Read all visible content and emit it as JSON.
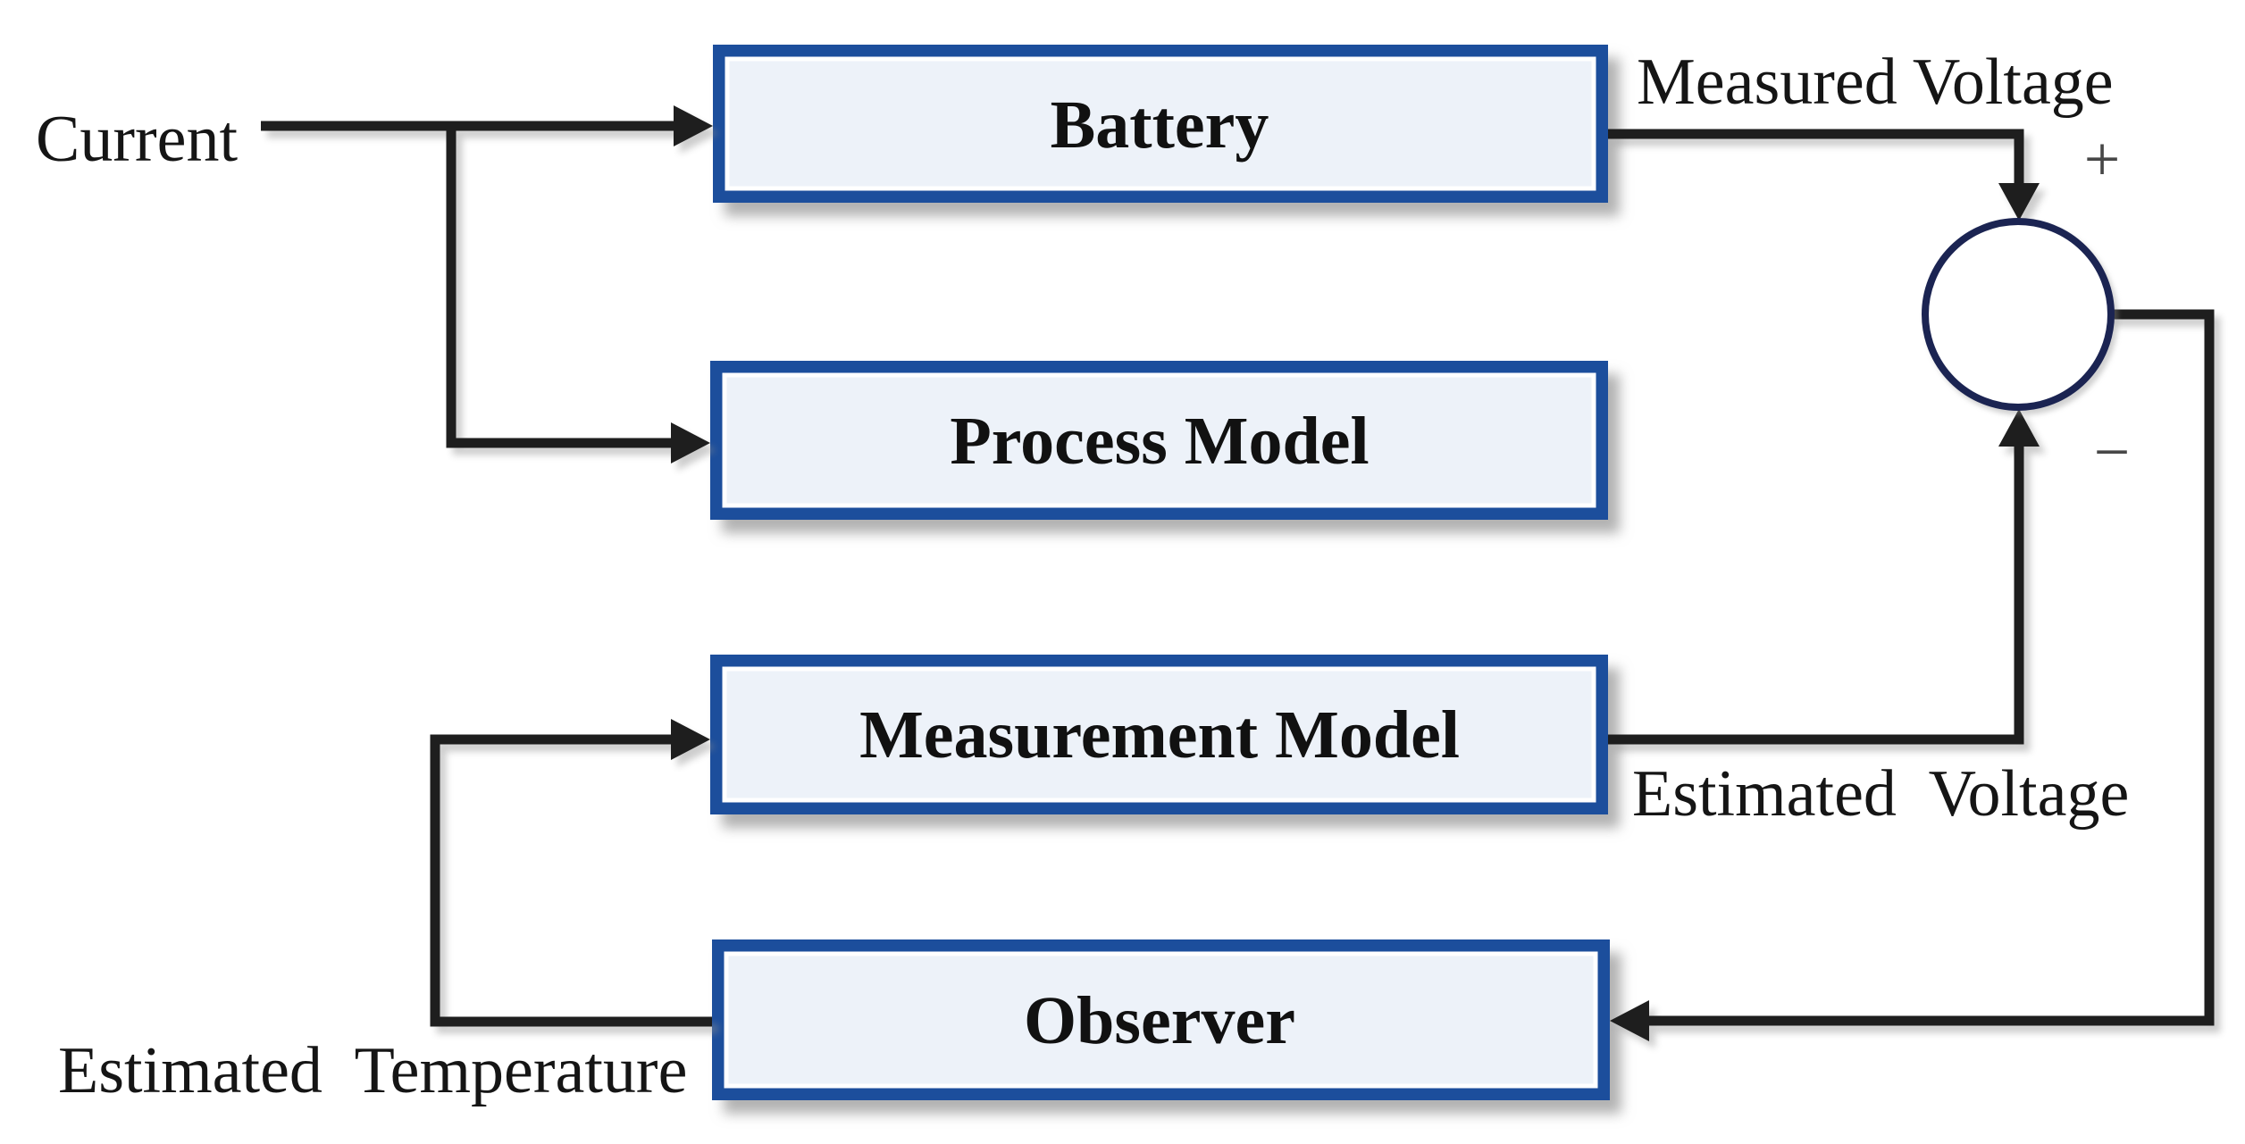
{
  "diagram": {
    "type": "block-diagram",
    "blocks": [
      {
        "id": "battery",
        "label": "Battery"
      },
      {
        "id": "process-model",
        "label": "Process Model"
      },
      {
        "id": "measurement-model",
        "label": "Measurement Model"
      },
      {
        "id": "observer",
        "label": "Observer"
      }
    ],
    "labels": {
      "current": "Current",
      "measured_voltage": "Measured Voltage",
      "estimated_voltage": "Estimated  Voltage",
      "estimated_temperature": "Estimated  Temperature",
      "plus": "+",
      "minus": "−"
    },
    "connections": [
      {
        "from": "Current",
        "to": "Battery"
      },
      {
        "from": "Current",
        "to": "Process Model"
      },
      {
        "from": "Battery",
        "to": "summing-junction",
        "label": "Measured Voltage",
        "sign": "+"
      },
      {
        "from": "Measurement Model",
        "to": "summing-junction",
        "label": "Estimated  Voltage",
        "sign": "−"
      },
      {
        "from": "summing-junction",
        "to": "Observer"
      },
      {
        "from": "Observer",
        "to": "Measurement Model",
        "label": "Estimated  Temperature"
      }
    ],
    "colors": {
      "background": "#FFFFFF",
      "box_border": "#1C4E9C",
      "box_fill": "#EDF2F9",
      "box_inner_accent": "#FFFFFF",
      "wire": "#1E1E1E",
      "sum_circle_stroke": "#1B2452",
      "sign_text": "#474747",
      "label_text": "#151515"
    }
  }
}
